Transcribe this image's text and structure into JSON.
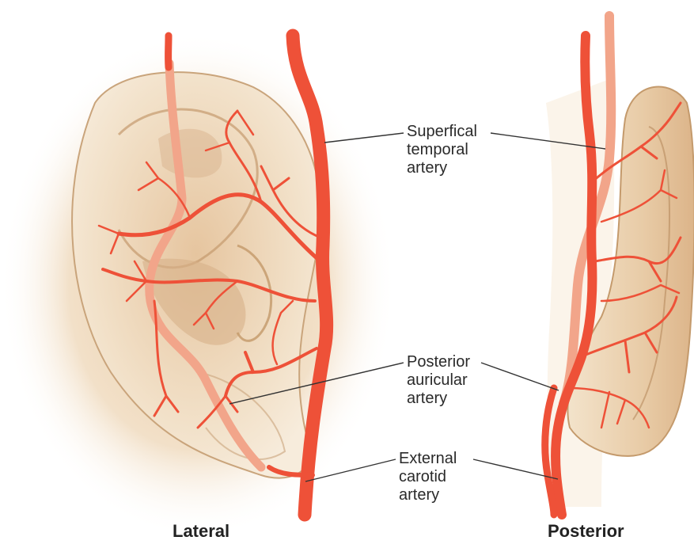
{
  "labels": {
    "superficial_temporal": [
      "Superfical",
      "temporal",
      "artery"
    ],
    "posterior_auricular": [
      "Posterior",
      "auricular",
      "artery"
    ],
    "external_carotid": [
      "External",
      "carotid",
      "artery"
    ]
  },
  "views": {
    "lateral": "Lateral",
    "posterior": "Posterior"
  },
  "colors": {
    "artery": "#ee5138",
    "artery_hidden": "#f2a58a",
    "ear_skin": "#f3e2c9",
    "ear_shadow": "#d9b48d",
    "leader": "#333333"
  }
}
